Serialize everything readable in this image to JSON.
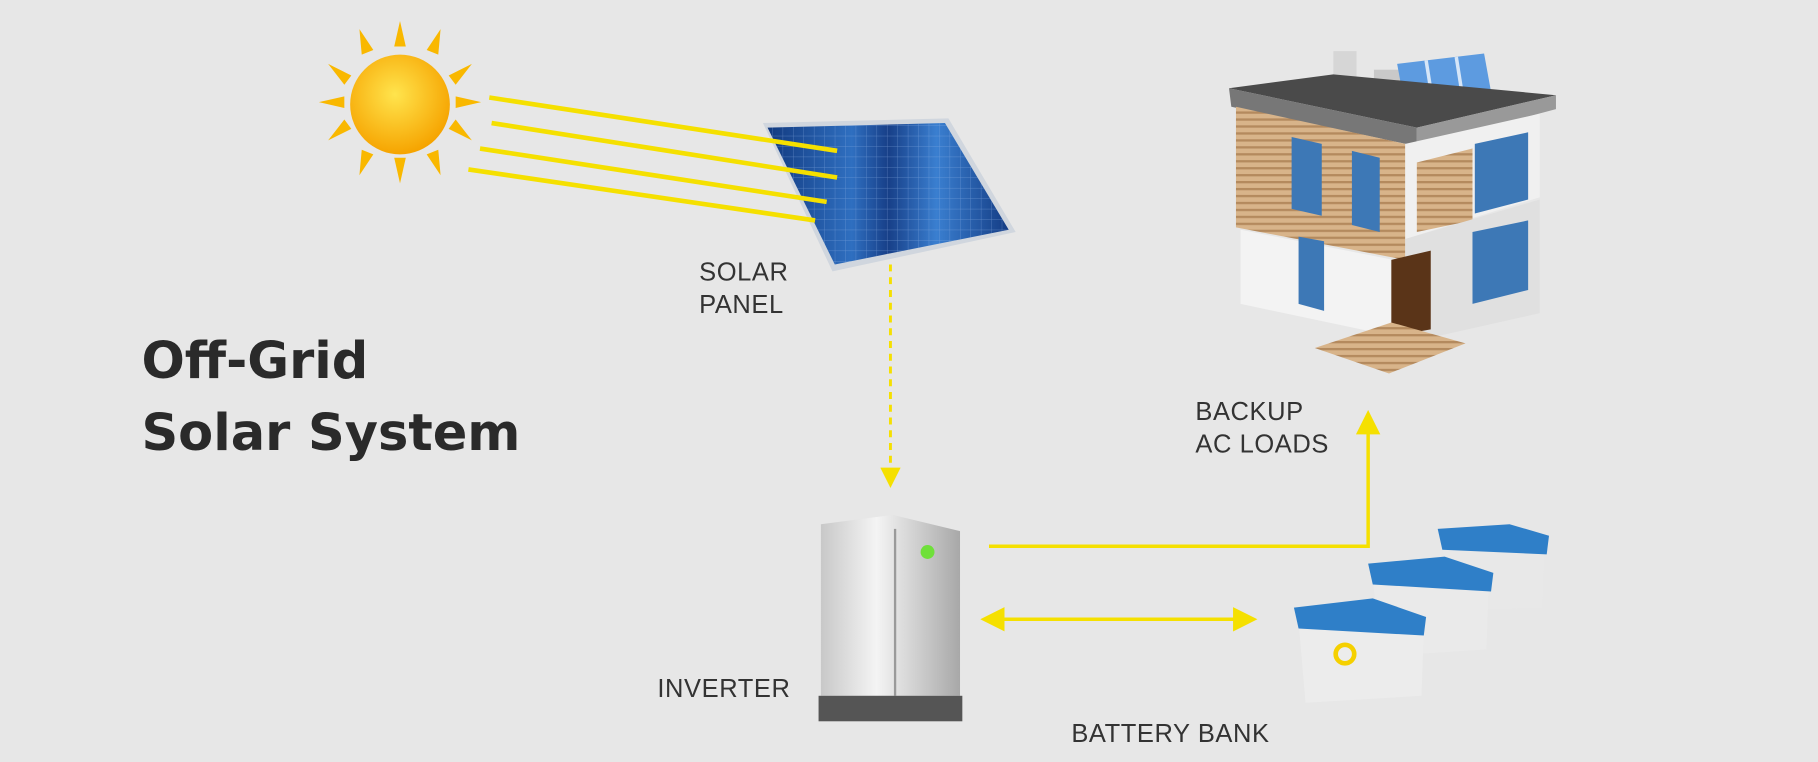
{
  "title": {
    "line1": "Off-Grid",
    "line2": "Solar System"
  },
  "labels": {
    "solar_panel_1": "SOLAR",
    "solar_panel_2": "PANEL",
    "backup_1": "BACKUP",
    "backup_2": "AC LOADS",
    "inverter": "INVERTER",
    "battery_bank": "BATTERY BANK"
  },
  "colors": {
    "background": "#e7e7e7",
    "accent": "#f5e000",
    "sun": "#ffb300",
    "panel": "#1f4f9a",
    "battery_lid": "#2f7fc8"
  }
}
